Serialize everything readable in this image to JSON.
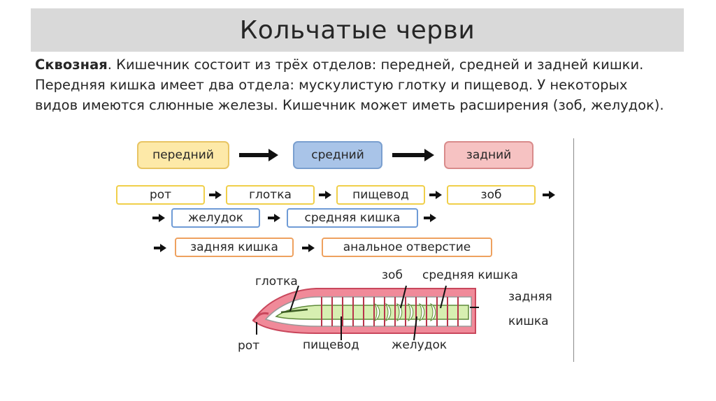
{
  "title": "Кольчатые черви",
  "paragraph": {
    "bold": "Сквозная",
    "text": ". Кишечник состоит из трёх отделов: передней, средней и задней кишки. Передняя кишка имеет два отдела: мускулистую глотку и пищевод. У некоторых видов имеются слюнные железы. Кишечник может иметь расширения (зоб, желудок)."
  },
  "sections": {
    "front": "передний",
    "middle": "средний",
    "back": "задний"
  },
  "chain": {
    "mouth": "рот",
    "pharynx": "глотка",
    "esophagus": "пищевод",
    "crop": "зоб",
    "stomach": "желудок",
    "midgut": "средняя кишка",
    "hindgut": "задняя кишка",
    "anus": "анальное отверстие"
  },
  "diagram_labels": {
    "pharynx": "глотка",
    "crop": "зоб",
    "midgut": "средняя кишка",
    "hindgut_line1": "задняя",
    "hindgut_line2": "кишка",
    "mouth": "рот",
    "esophagus": "пищевод",
    "stomach": "желудок"
  },
  "colors": {
    "title_bg": "#d9d9d9",
    "front_fill": "#fde9a8",
    "middle_fill": "#a9c4e8",
    "back_fill": "#f6c2c2"
  }
}
